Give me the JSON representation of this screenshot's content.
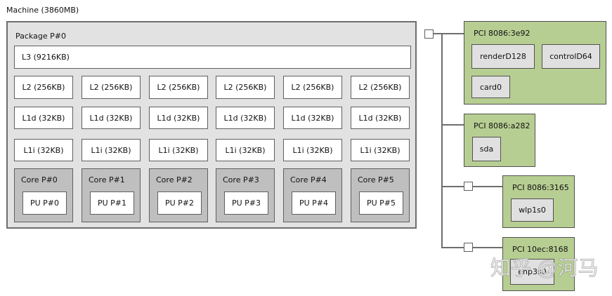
{
  "machine_label": "Machine (3860MB)",
  "package": {
    "label": "Package P#0",
    "l3_label": "L3 (9216KB)",
    "l2": [
      "L2 (256KB)",
      "L2 (256KB)",
      "L2 (256KB)",
      "L2 (256KB)",
      "L2 (256KB)",
      "L2 (256KB)"
    ],
    "l1d": [
      "L1d (32KB)",
      "L1d (32KB)",
      "L1d (32KB)",
      "L1d (32KB)",
      "L1d (32KB)",
      "L1d (32KB)"
    ],
    "l1i": [
      "L1i (32KB)",
      "L1i (32KB)",
      "L1i (32KB)",
      "L1i (32KB)",
      "L1i (32KB)",
      "L1i (32KB)"
    ],
    "cores": [
      {
        "label": "Core P#0",
        "pu_label": "PU P#0"
      },
      {
        "label": "Core P#1",
        "pu_label": "PU P#1"
      },
      {
        "label": "Core P#2",
        "pu_label": "PU P#2"
      },
      {
        "label": "Core P#3",
        "pu_label": "PU P#3"
      },
      {
        "label": "Core P#4",
        "pu_label": "PU P#4"
      },
      {
        "label": "Core P#5",
        "pu_label": "PU P#5"
      }
    ]
  },
  "pci_devices": [
    {
      "label": "PCI 8086:3e92",
      "children": [
        "renderD128",
        "controlD64",
        "card0"
      ]
    },
    {
      "label": "PCI 8086:a282",
      "children": [
        "sda"
      ]
    },
    {
      "label": "PCI 8086:3165",
      "children": [
        "wlp1s0"
      ]
    },
    {
      "label": "PCI 10ec:8168",
      "children": [
        "enp3s0"
      ]
    }
  ],
  "watermark": "知乎 @河马",
  "colors": {
    "package_fill": "#e2e2e2",
    "core_fill": "#bfbfbf",
    "pci_fill": "#b7ce92",
    "device_fill": "#e0e0e0",
    "box_border": "#5f5f5f",
    "line": "#6e6e6e",
    "background": "#ffffff"
  }
}
